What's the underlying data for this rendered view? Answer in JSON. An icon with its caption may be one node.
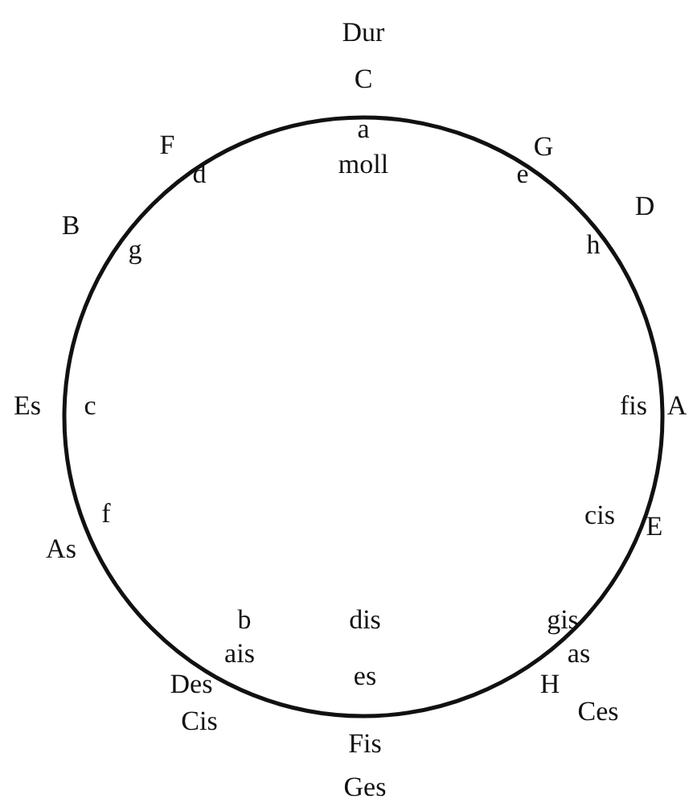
{
  "diagram": {
    "nodes": [
      {
        "text": [],
        "shape": "circle"
      }
    ],
    "labels": [
      "Dur",
      "C",
      "a",
      "F",
      "G",
      "moll",
      "d",
      "e",
      "D",
      "B",
      "h",
      "g",
      "Es",
      "c",
      "fis",
      "A",
      "f",
      "cis",
      "E",
      "As",
      "b",
      "dis",
      "gis",
      "ais",
      "as",
      "es",
      "Des",
      "H",
      "Ces",
      "Cis",
      "Fis",
      "Ges"
    ]
  }
}
